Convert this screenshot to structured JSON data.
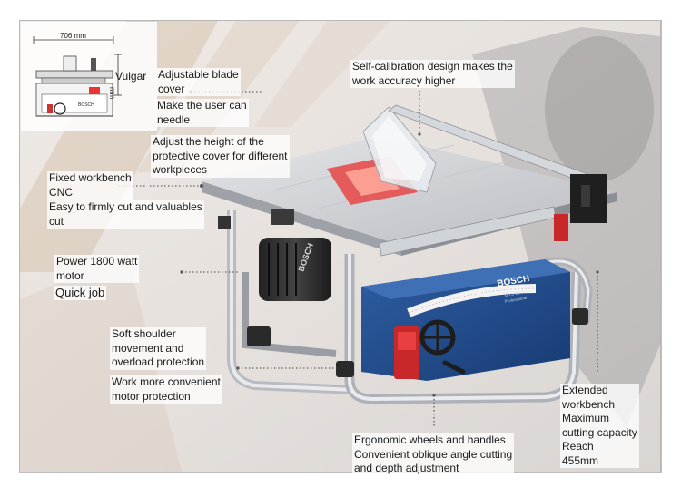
{
  "thumbnail": {
    "width_text": "706 mm",
    "height_text": "mm",
    "label": "Vulgar",
    "mini_brand": "BOSCH"
  },
  "product": {
    "brand": "BOSCH",
    "model": "GTS 10 J",
    "model_sub": "Professional"
  },
  "callouts": {
    "blade_cover": [
      "Adjustable blade",
      "cover"
    ],
    "make_needle": [
      "Make the user can",
      "needle"
    ],
    "adjust_height": [
      "Adjust the height of the",
      "protective cover for different",
      "workpieces"
    ],
    "fixed_workbench": [
      "Fixed workbench",
      "CNC"
    ],
    "firmly_cut": [
      "Easy to firmly cut and valuables",
      "cut"
    ],
    "power": [
      "Power 1800 watt",
      "motor"
    ],
    "quick_job": [
      "Quick job"
    ],
    "soft_shoulder": [
      "Soft shoulder",
      "movement and",
      "overload protection"
    ],
    "work_more": [
      "Work more convenient",
      "motor protection"
    ],
    "self_calibration": [
      "Self-calibration design makes the",
      "work accuracy higher"
    ],
    "ergonomic": [
      "Ergonomic wheels and handles",
      "Convenient oblique angle cutting",
      "and depth adjustment"
    ],
    "extended": [
      "Extended",
      "workbench",
      "Maximum",
      "cutting capacity",
      "Reach",
      "455mm"
    ]
  }
}
